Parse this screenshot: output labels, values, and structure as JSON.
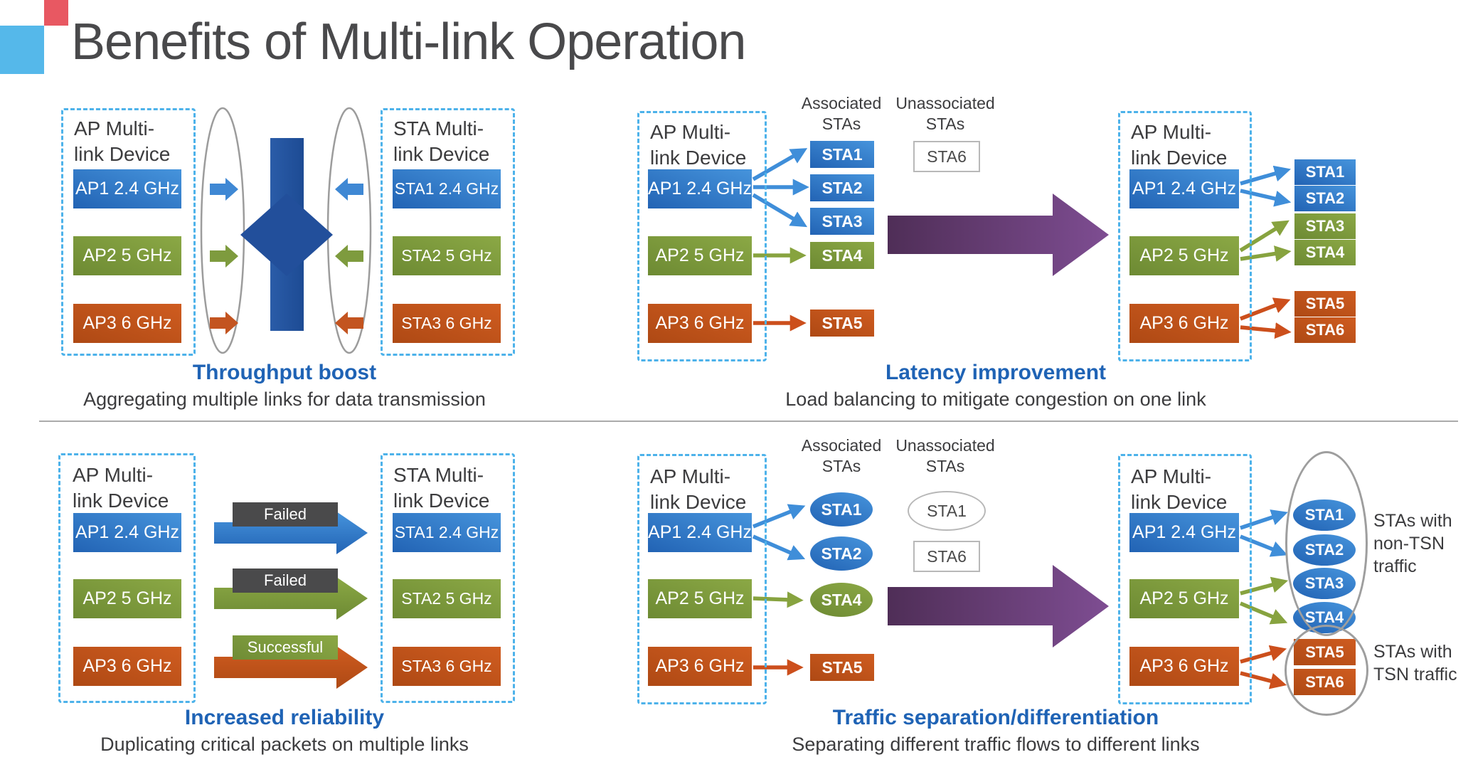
{
  "title": "Benefits of Multi-link Operation",
  "colors": {
    "accent_blue": "#2f7ccb",
    "accent_green": "#7c9a3c",
    "accent_orange": "#c2521a",
    "purple_arrow": "#6b4077",
    "dashed_border": "#4db2ea",
    "caption_blue": "#1f63b5",
    "center_bar_blue": "#224f9b",
    "failed_gray": "#4a4a4b",
    "text_dark": "#3c3c3e",
    "logo_red": "#e85862",
    "logo_blue": "#55b8ea"
  },
  "device_labels": {
    "ap_title": "AP Multi-\nlink Device",
    "sta_title": "STA Multi-\nlink Device",
    "ap1": "AP1 2.4 GHz",
    "ap2": "AP2 5 GHz",
    "ap3": "AP3 6 GHz",
    "sta1": "STA1 2.4 GHz",
    "sta2": "STA2 5 GHz",
    "sta3": "STA3 6 GHz"
  },
  "column_headers": {
    "associated": "Associated\nSTAs",
    "unassociated": "Unassociated\nSTAs"
  },
  "throughput": {
    "caption": "Throughput boost",
    "subcaption": "Aggregating multiple links for data transmission"
  },
  "latency": {
    "caption": "Latency improvement",
    "subcaption": "Load balancing to mitigate congestion on one link",
    "before": {
      "stas": [
        "STA1",
        "STA2",
        "STA3",
        "STA4",
        "STA5"
      ],
      "unassociated": "STA6"
    },
    "after": {
      "stas": [
        "STA1",
        "STA2",
        "STA3",
        "STA4",
        "STA5",
        "STA6"
      ]
    }
  },
  "reliability": {
    "caption": "Increased reliability",
    "subcaption": "Duplicating critical packets on multiple links",
    "statuses": [
      "Failed",
      "Failed",
      "Successful"
    ]
  },
  "separation": {
    "caption": "Traffic separation/differentiation",
    "subcaption": "Separating different traffic flows to different links",
    "before": {
      "stas": [
        "STA1",
        "STA2",
        "STA4",
        "STA5"
      ],
      "unassociated": [
        "STA1",
        "STA6"
      ]
    },
    "after": {
      "stas": [
        "STA1",
        "STA2",
        "STA3",
        "STA4",
        "STA5",
        "STA6"
      ]
    },
    "group_non_tsn": "STAs with\nnon-TSN\ntraffic",
    "group_tsn": "STAs with\nTSN traffic"
  }
}
